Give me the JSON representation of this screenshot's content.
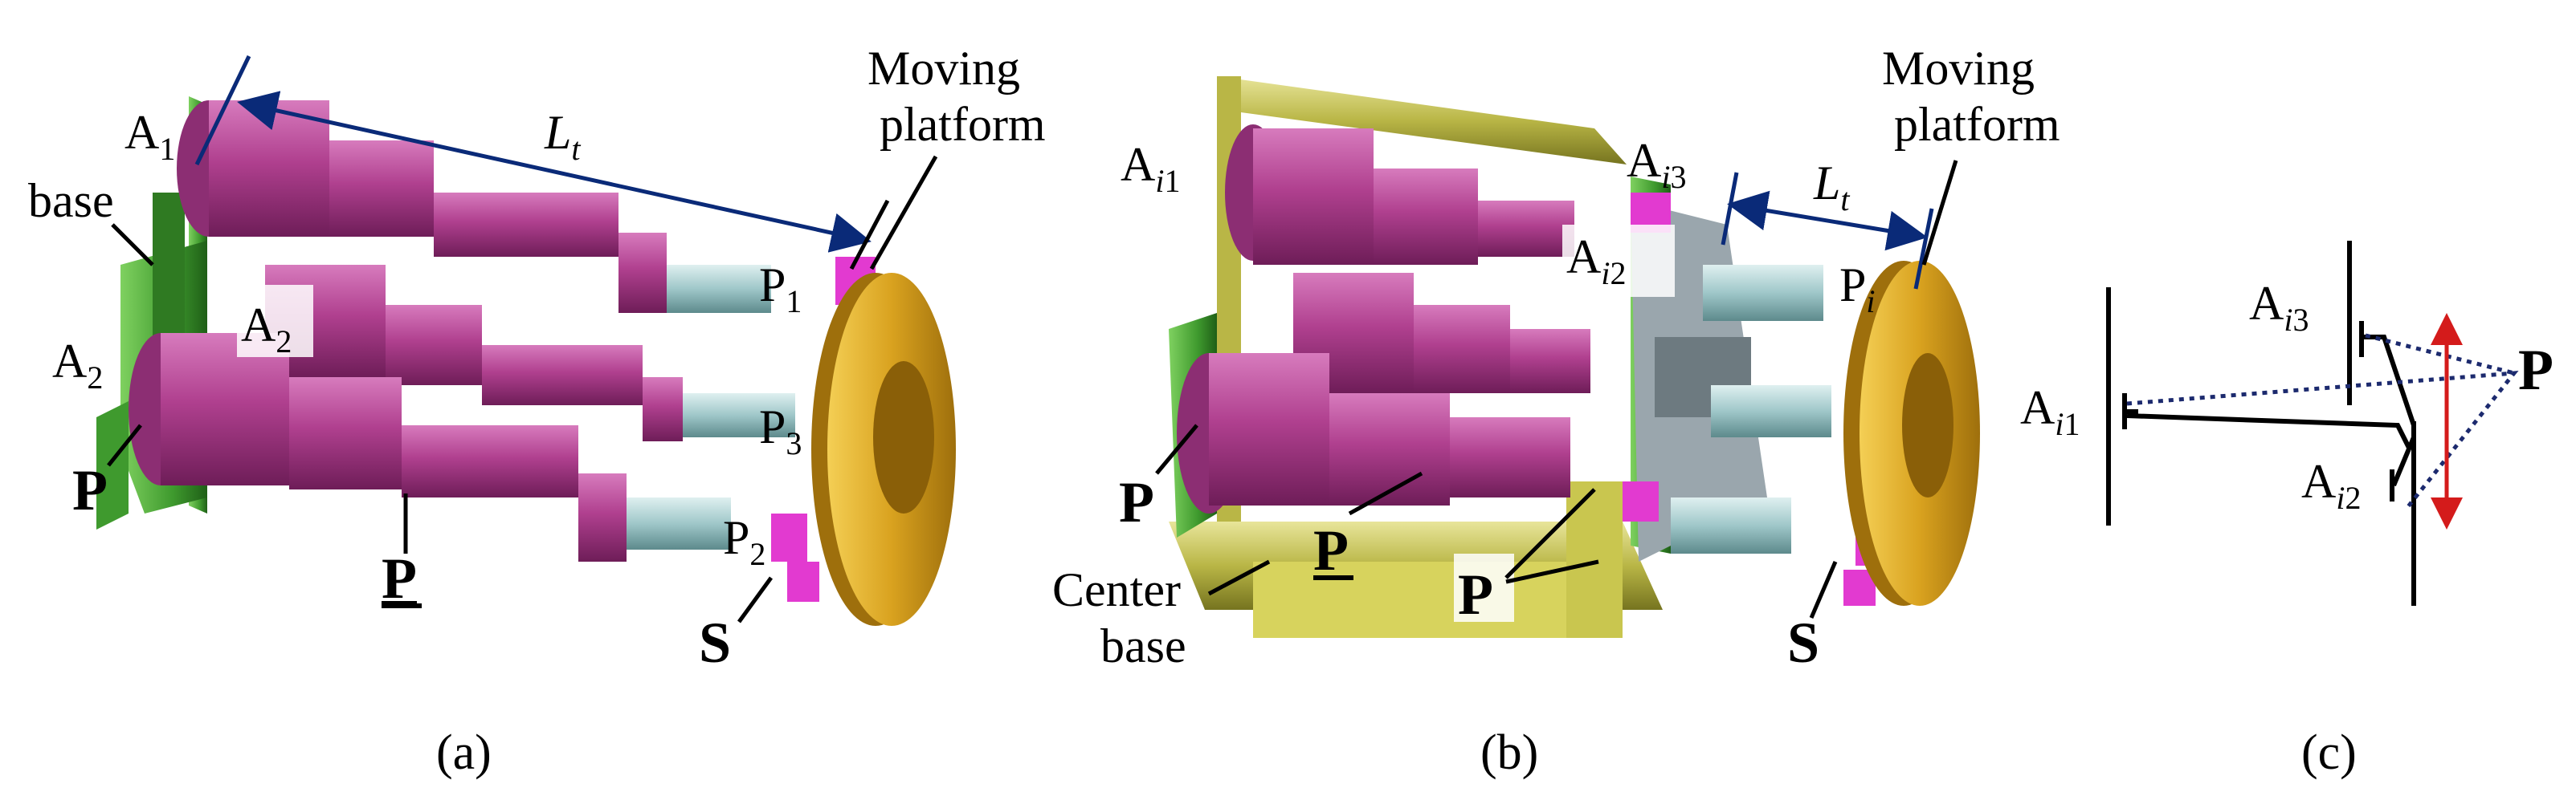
{
  "panel_a": {
    "caption": "(a)",
    "length": {
      "main": "L",
      "sub": "t"
    },
    "moving_platform": [
      "Moving",
      "platform"
    ],
    "base": "base",
    "A1": {
      "main": "A",
      "sub": "1"
    },
    "A2_left": {
      "main": "A",
      "sub": "2"
    },
    "A2_inner": {
      "main": "A",
      "sub": "2"
    },
    "P1": {
      "main": "P",
      "sub": "1"
    },
    "P2": {
      "main": "P",
      "sub": "2"
    },
    "P3": {
      "main": "P",
      "sub": "3"
    },
    "joint_P": "P",
    "joint_P_underlined": "P",
    "joint_S": "S"
  },
  "panel_b": {
    "caption": "(b)",
    "length": {
      "main": "L",
      "sub": "t"
    },
    "moving_platform": [
      "Moving",
      "platform"
    ],
    "center_base": [
      "Center",
      "base"
    ],
    "Ai1": {
      "main": "A",
      "sub": "i",
      "sub2": "1"
    },
    "Ai2": {
      "main": "A",
      "sub": "i",
      "sub2": "2"
    },
    "Ai3": {
      "main": "A",
      "sub": "i",
      "sub2": "3"
    },
    "Pi": {
      "main": "P",
      "sub": "i"
    },
    "joint_P_left": "P",
    "joint_P_underlined": "P",
    "joint_P_center": "P",
    "joint_S": "S"
  },
  "panel_c": {
    "caption": "(c)",
    "Ai1": {
      "main": "A",
      "sub": "i",
      "sub2": "1"
    },
    "Ai2": {
      "main": "A",
      "sub": "i",
      "sub2": "2"
    },
    "Ai3": {
      "main": "A",
      "sub": "i",
      "sub2": "3"
    },
    "P": "P"
  },
  "colors": {
    "actuator": "#b0408f",
    "actuator_light": "#d77bbd",
    "rod": "#9fc7c9",
    "base_green": "#3f9a2e",
    "platform_gold": "#d9a21f",
    "frame_olive": "#b9b646",
    "joint_magenta": "#e23ad0",
    "dimension_blue": "#0a2a78",
    "arrow_red": "#d41b1b",
    "dotted_navy": "#1c2a6e"
  }
}
